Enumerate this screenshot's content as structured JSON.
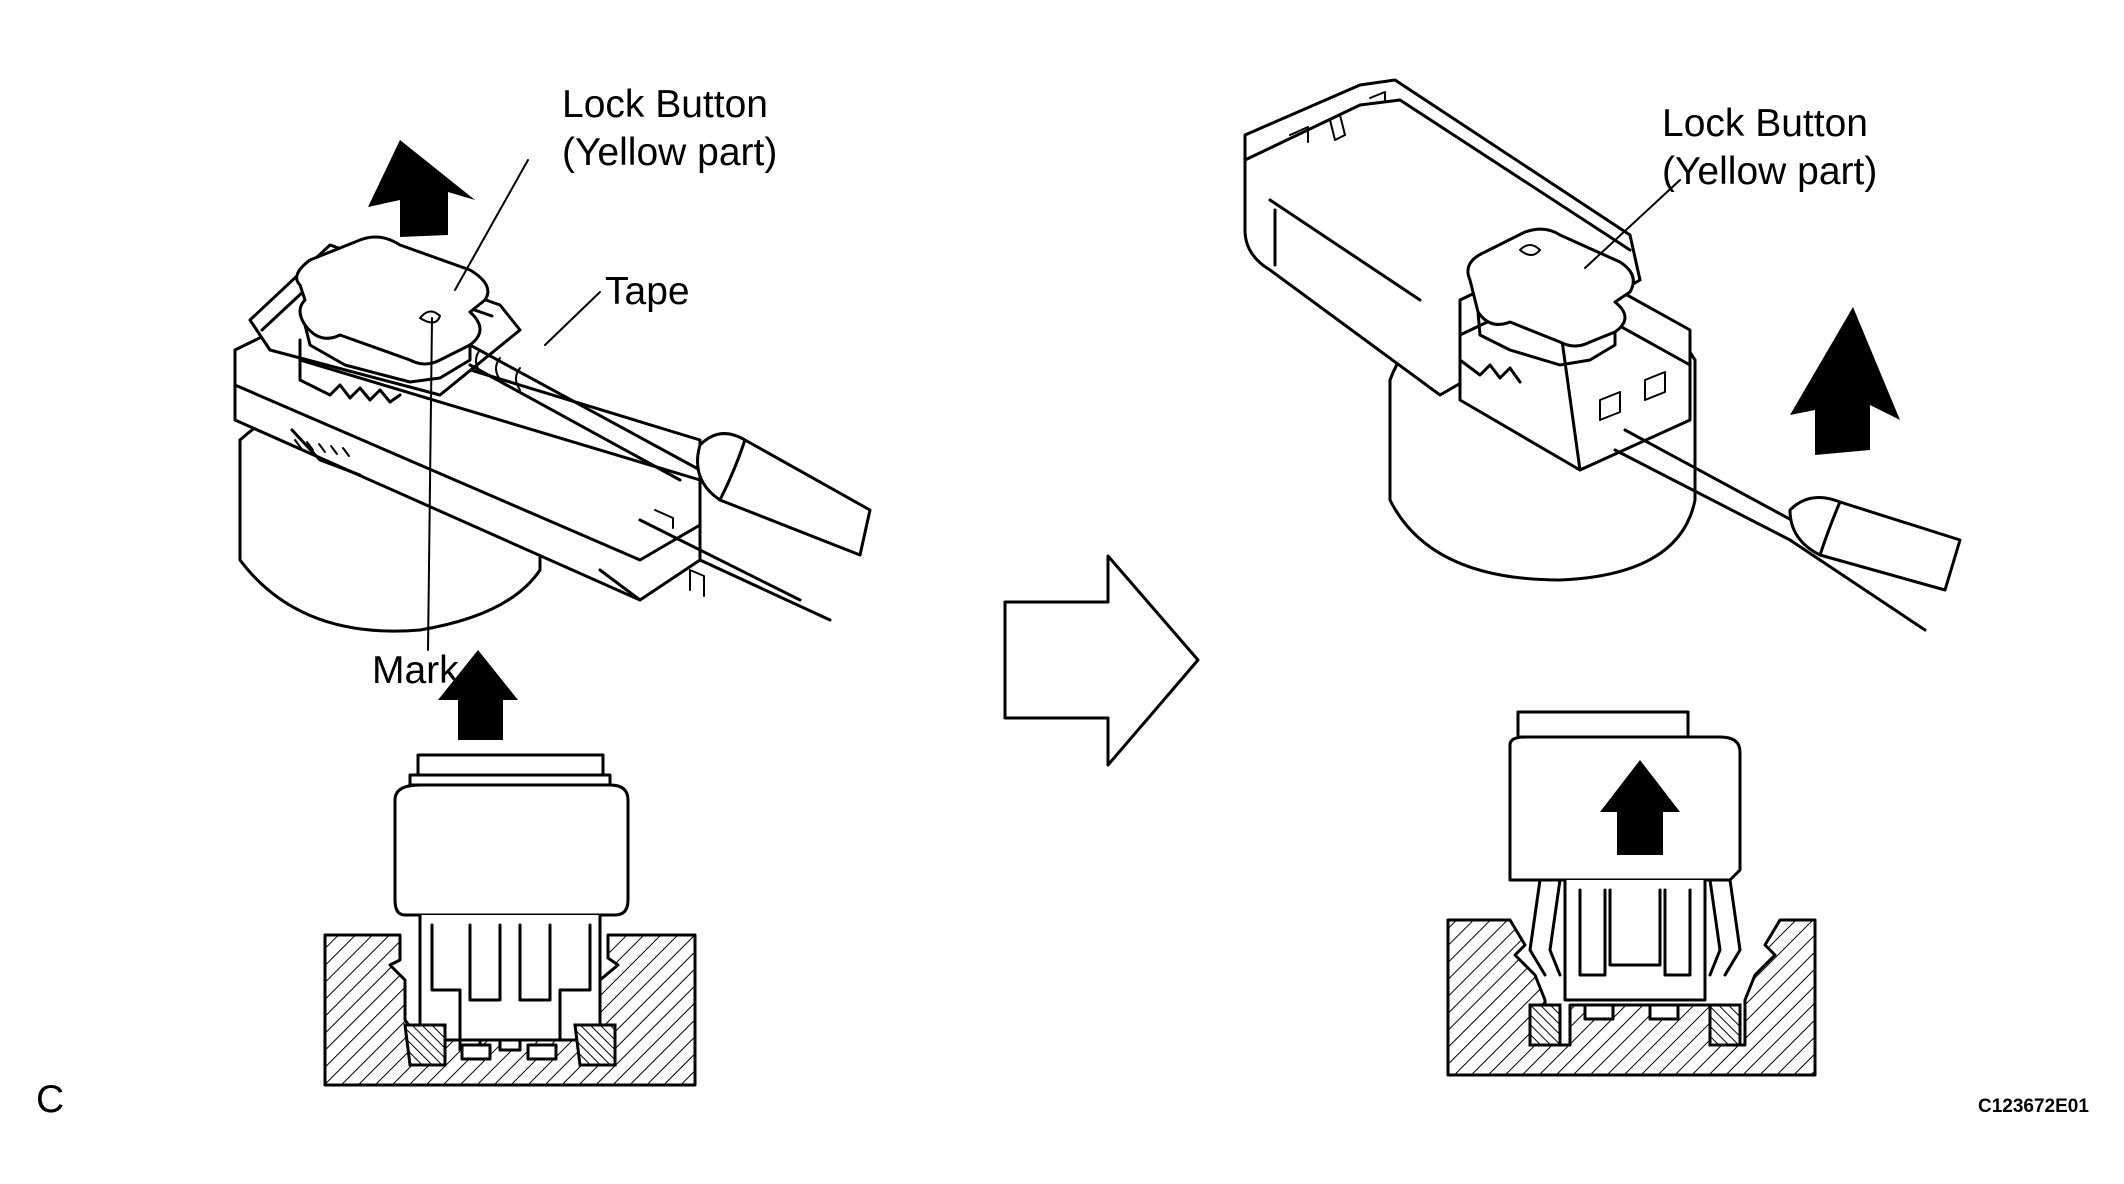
{
  "labels": {
    "left_lock_button_line1": "Lock Button",
    "left_lock_button_line2": "(Yellow part)",
    "tape": "Tape",
    "mark": "Mark",
    "right_lock_button_line1": "Lock Button",
    "right_lock_button_line2": "(Yellow part)",
    "step_letter": "C",
    "figure_code": "C123672E01"
  },
  "icons": [
    "up-arrow-icon",
    "right-arrow-outline-icon"
  ],
  "colors": {
    "ink": "#000000",
    "paper": "#ffffff"
  }
}
